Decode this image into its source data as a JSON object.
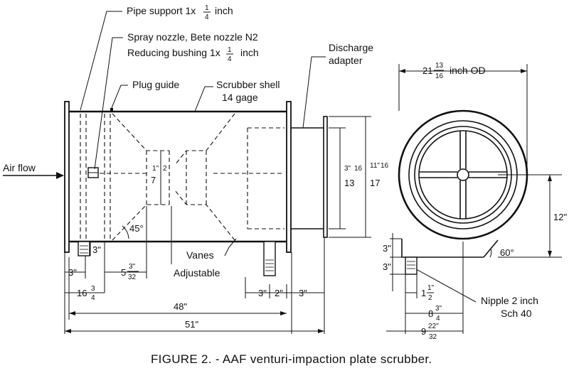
{
  "labels": {
    "pipe_support_text": "Pipe support 1x",
    "pipe_support_unit": "inch",
    "spray_nozzle": "Spray nozzle, Bete nozzle N2",
    "reducing_bushing_text": "Reducing bushing 1x",
    "reducing_bushing_unit": "inch",
    "plug_guide": "Plug guide",
    "scrubber_shell_1": "Scrubber shell",
    "scrubber_shell_2": "14 gage",
    "discharge_1": "Discharge",
    "discharge_2": "adapter",
    "air_flow": "Air flow",
    "vanes": "Vanes",
    "adjustable": "Adjustable",
    "outer_dia_unit": "inch OD",
    "nipple_1": "Nipple 2 inch",
    "nipple_2": "Sch 40"
  },
  "dimensions": {
    "quarter_num": "1",
    "quarter_den": "4",
    "d_3in": "3\"",
    "d_16_whole": "16",
    "d_16_num": "3",
    "d_16_den": "4",
    "d_48": "48\"",
    "d_51": "51\"",
    "d_5_whole": "5",
    "d_5_num": "3\"",
    "d_5_den": "32",
    "d_45": "45°",
    "d_3_right_a": "3\"",
    "d_2_right": "2\"",
    "d_3_right_b": "3\"",
    "d_3_vertical": "3\"",
    "d_7_whole": "7",
    "d_7_num": "1\"",
    "d_7_den": "2",
    "d_13_whole": "13",
    "d_13_num": "3\"",
    "d_13_den": "16",
    "d_17_whole": "17",
    "d_17_num": "11\"",
    "d_17_den": "16",
    "d_21_whole": "21",
    "d_21_num": "13",
    "d_21_den": "16",
    "d_12": "12\"",
    "d_60": "60°",
    "d_3_side_a": "3\"",
    "d_3_side_b": "3\"",
    "d_1_whole": "1",
    "d_1_num": "1\"",
    "d_1_den": "2",
    "d_8_whole": "8",
    "d_8_num": "3\"",
    "d_8_den": "4",
    "d_9_whole": "9",
    "d_9_num": "22\"",
    "d_9_den": "32"
  },
  "caption": "FIGURE 2. - AAF venturi-impaction plate scrubber."
}
